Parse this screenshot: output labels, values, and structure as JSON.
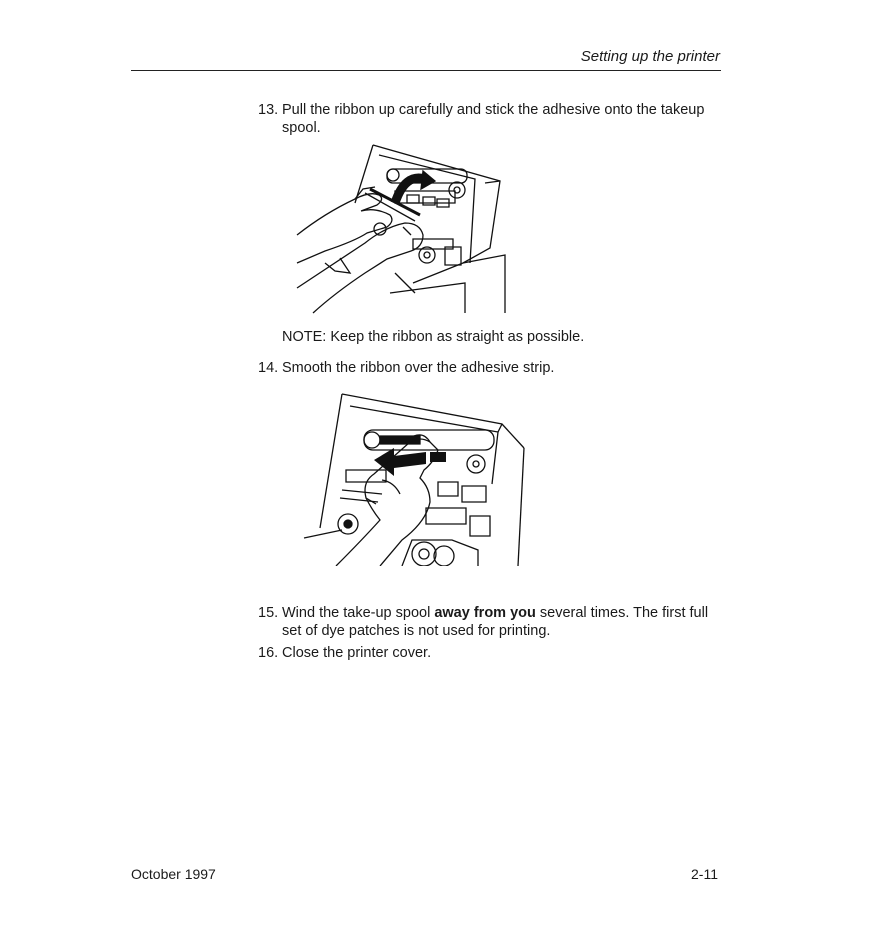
{
  "header": {
    "title": "Setting up the printer"
  },
  "steps": [
    {
      "number": "13.",
      "text": "Pull the ribbon up carefully and stick the adhesive onto the takeup spool."
    },
    {
      "number": "14.",
      "text": "Smooth the ribbon over the adhesive strip."
    },
    {
      "number": "15.",
      "text_before": "Wind the take-up spool ",
      "bold": "away from you",
      "text_after": " several times. The first full set of dye patches is not used for printing."
    },
    {
      "number": "16.",
      "text": "Close the printer cover."
    }
  ],
  "note": "NOTE: Keep the ribbon as straight as possible.",
  "footer": {
    "date": "October 1997",
    "page": "2-11"
  }
}
